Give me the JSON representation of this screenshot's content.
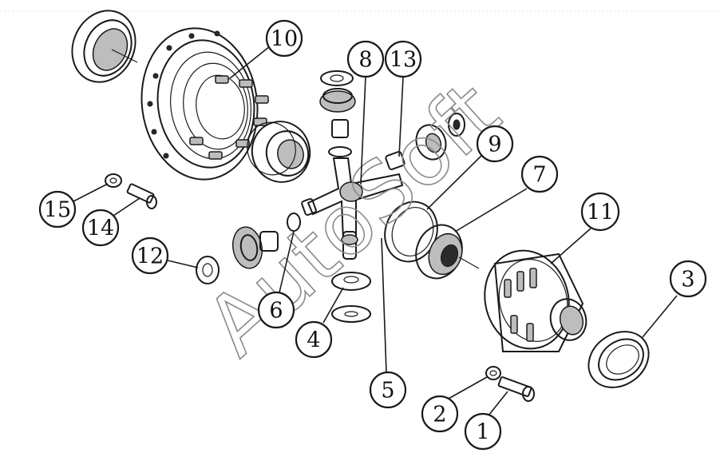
{
  "watermark": "AutoSoft",
  "callouts": [
    {
      "label": "10"
    },
    {
      "label": "8"
    },
    {
      "label": "13"
    },
    {
      "label": "9"
    },
    {
      "label": "7"
    },
    {
      "label": "11"
    },
    {
      "label": "3"
    },
    {
      "label": "15"
    },
    {
      "label": "14"
    },
    {
      "label": "12"
    },
    {
      "label": "6"
    },
    {
      "label": "4"
    },
    {
      "label": "5"
    },
    {
      "label": "2"
    },
    {
      "label": "1"
    }
  ],
  "colors": {
    "line": "#1a1a1a",
    "watermark": "#8a8a8a",
    "background": "#ffffff"
  }
}
